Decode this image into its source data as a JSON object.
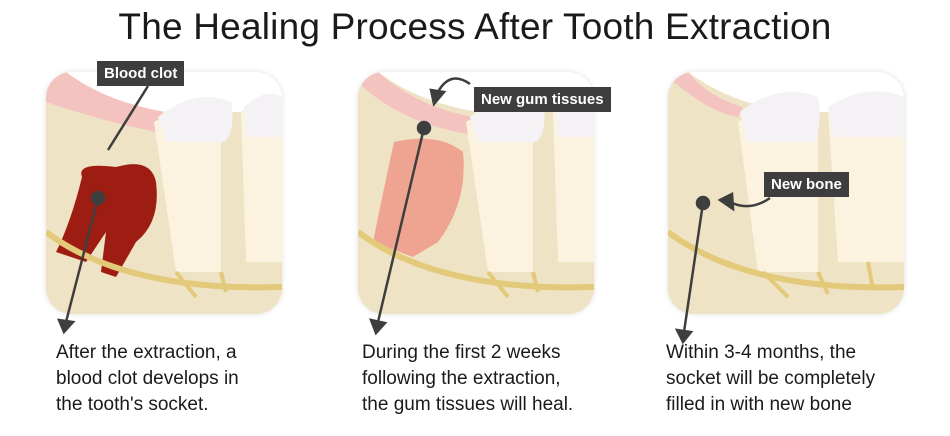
{
  "title": "The Healing Process After Tooth Extraction",
  "panels": [
    {
      "label": "Blood clot",
      "caption": [
        "After the extraction, a",
        "blood clot develops in",
        "the tooth's socket."
      ]
    },
    {
      "label": "New gum tissues",
      "caption": [
        "During the first 2 weeks",
        "following the extraction,",
        "the gum tissues will heal."
      ]
    },
    {
      "label": "New bone",
      "caption": [
        "Within 3-4 months, the",
        "socket will be completely",
        "filled in with new bone"
      ]
    }
  ],
  "colors": {
    "clot": "#9e1d12",
    "gum": "#f2b8b5",
    "bone": "#efe3c6",
    "nerve": "#e3c97a",
    "label_bg": "#3e3e3e"
  }
}
